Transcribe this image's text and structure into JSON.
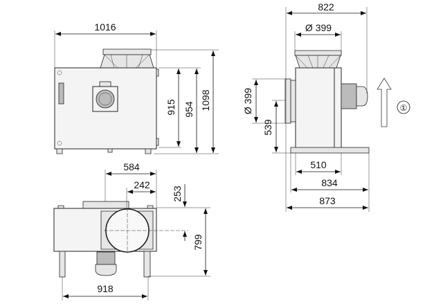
{
  "views": {
    "front": {
      "width": "1016",
      "height_body": "915",
      "height_feet": "954",
      "height_total": "1098"
    },
    "side": {
      "width_total": "822",
      "outlet_diameter": "Ø 399",
      "inlet_diameter": "Ø 399",
      "inlet_height": "539",
      "base_inner": "510",
      "base_mid": "834",
      "base_total": "873"
    },
    "top": {
      "offset_outer": "584",
      "offset_inner": "242",
      "inlet_offset": "253",
      "depth": "799",
      "leg_span": "918"
    }
  },
  "airflow_marker": "①",
  "colors": {
    "line": "#111111",
    "fill": "#f4f4f4"
  }
}
